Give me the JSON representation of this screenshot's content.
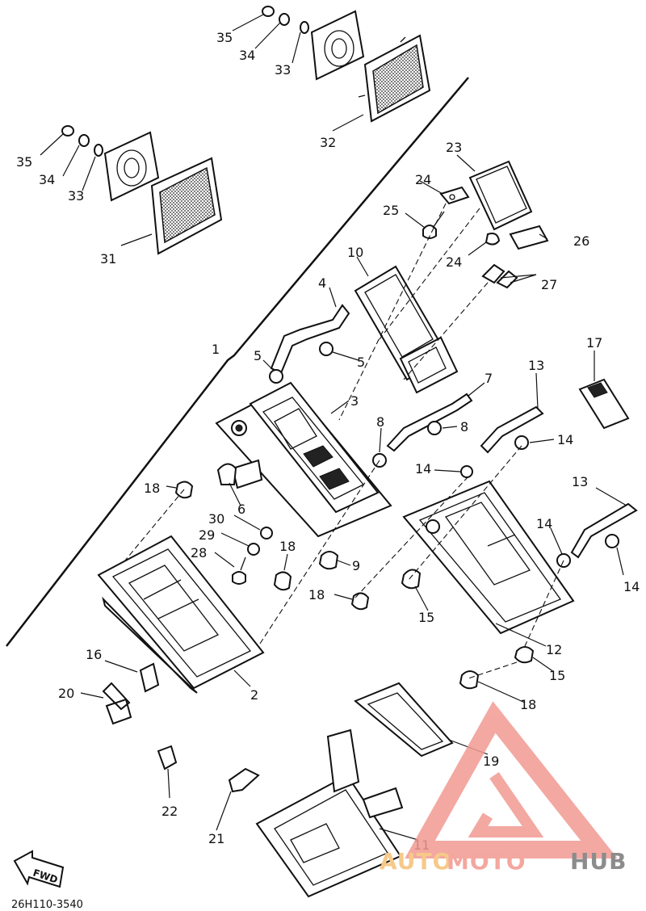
{
  "diagram": {
    "callouts": [
      {
        "id": "35a",
        "text": "35"
      },
      {
        "id": "34a",
        "text": "34"
      },
      {
        "id": "33a",
        "text": "33"
      },
      {
        "id": "32",
        "text": "32"
      },
      {
        "id": "35b",
        "text": "35"
      },
      {
        "id": "34b",
        "text": "34"
      },
      {
        "id": "33b",
        "text": "33"
      },
      {
        "id": "31",
        "text": "31"
      },
      {
        "id": "23",
        "text": "23"
      },
      {
        "id": "24a",
        "text": "24"
      },
      {
        "id": "25",
        "text": "25"
      },
      {
        "id": "26",
        "text": "26"
      },
      {
        "id": "24b",
        "text": "24"
      },
      {
        "id": "27",
        "text": "27"
      },
      {
        "id": "10",
        "text": "10"
      },
      {
        "id": "4",
        "text": "4"
      },
      {
        "id": "1",
        "text": "1"
      },
      {
        "id": "5a",
        "text": "5"
      },
      {
        "id": "5b",
        "text": "5"
      },
      {
        "id": "3",
        "text": "3"
      },
      {
        "id": "7",
        "text": "7"
      },
      {
        "id": "13a",
        "text": "13"
      },
      {
        "id": "17",
        "text": "17"
      },
      {
        "id": "8a",
        "text": "8"
      },
      {
        "id": "8b",
        "text": "8"
      },
      {
        "id": "14a",
        "text": "14"
      },
      {
        "id": "14b",
        "text": "14"
      },
      {
        "id": "13b",
        "text": "13"
      },
      {
        "id": "18a",
        "text": "18"
      },
      {
        "id": "6",
        "text": "6"
      },
      {
        "id": "30",
        "text": "30"
      },
      {
        "id": "29",
        "text": "29"
      },
      {
        "id": "28",
        "text": "28"
      },
      {
        "id": "18b",
        "text": "18"
      },
      {
        "id": "9",
        "text": "9"
      },
      {
        "id": "14c",
        "text": "14"
      },
      {
        "id": "14d",
        "text": "14"
      },
      {
        "id": "18c",
        "text": "18"
      },
      {
        "id": "15a",
        "text": "15"
      },
      {
        "id": "12",
        "text": "12"
      },
      {
        "id": "16",
        "text": "16"
      },
      {
        "id": "2",
        "text": "2"
      },
      {
        "id": "15b",
        "text": "15"
      },
      {
        "id": "20",
        "text": "20"
      },
      {
        "id": "18d",
        "text": "18"
      },
      {
        "id": "19",
        "text": "19"
      },
      {
        "id": "22",
        "text": "22"
      },
      {
        "id": "21",
        "text": "21"
      },
      {
        "id": "11",
        "text": "11"
      }
    ],
    "fwd_label": "FWD",
    "drawing_code": "26H110-3540"
  },
  "watermark": {
    "part1": "AUTO",
    "part2": "MOTO",
    "part3": "HUB",
    "color_light": "#f6c98a",
    "color_mid": "#f3a79f",
    "color_dark": "#8c8c8c",
    "logo_color": "#f29a92"
  }
}
